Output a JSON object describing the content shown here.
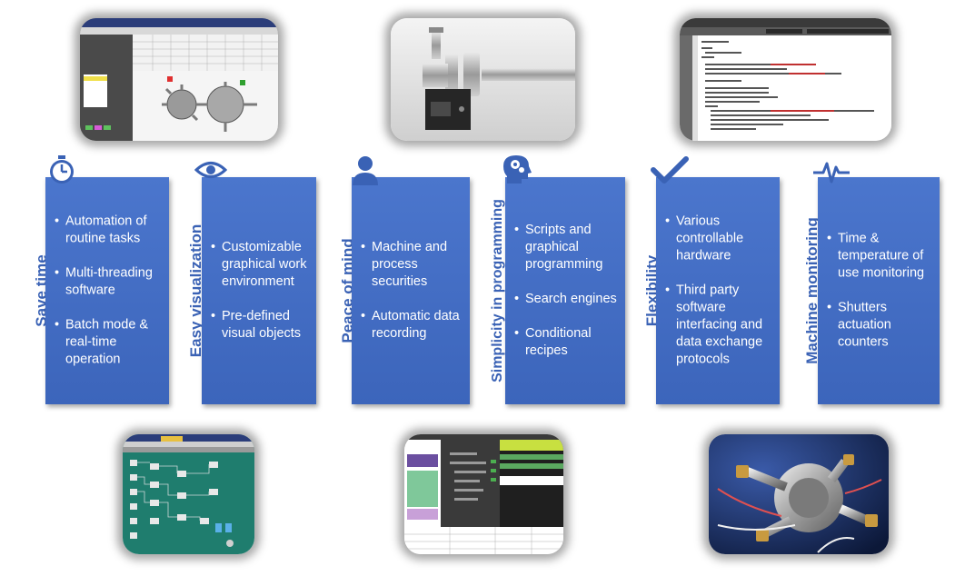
{
  "columns": [
    {
      "title": "Save time",
      "icon": "stopwatch-icon",
      "items": [
        "Automation of routine tasks",
        "Multi-threading software",
        "Batch mode & real-time operation"
      ]
    },
    {
      "title": "Easy visualization",
      "icon": "eye-icon",
      "items": [
        "Customizable graphical work environment",
        "Pre-defined visual objects"
      ]
    },
    {
      "title": "Peace of mind",
      "icon": "person-icon",
      "items": [
        "Machine and process securities",
        "Automatic data recording"
      ]
    },
    {
      "title": "Simplicity in programming",
      "icon": "head-gears-icon",
      "items": [
        "Scripts and graphical programming",
        "Search engines",
        "Conditional recipes"
      ]
    },
    {
      "title": "Flexibility",
      "icon": "checkmark-icon",
      "items": [
        "Various controllable hardware",
        "Third party software interfacing and data exchange protocols"
      ]
    },
    {
      "title": "Machine  monitoring",
      "icon": "heartbeat-icon",
      "items": [
        "Time & temperature of use monitoring",
        "Shutters actuation counters"
      ]
    }
  ],
  "colors": {
    "accent": "#3a62b5",
    "box": "#4472c4",
    "text": "#ffffff"
  },
  "images": [
    "software-screenshot-chamber-view",
    "vacuum-flange-hardware-photo",
    "code-editor-screenshot",
    "process-flow-diagram-screenshot",
    "recipe-editor-screenshot",
    "vacuum-chamber-photo"
  ]
}
